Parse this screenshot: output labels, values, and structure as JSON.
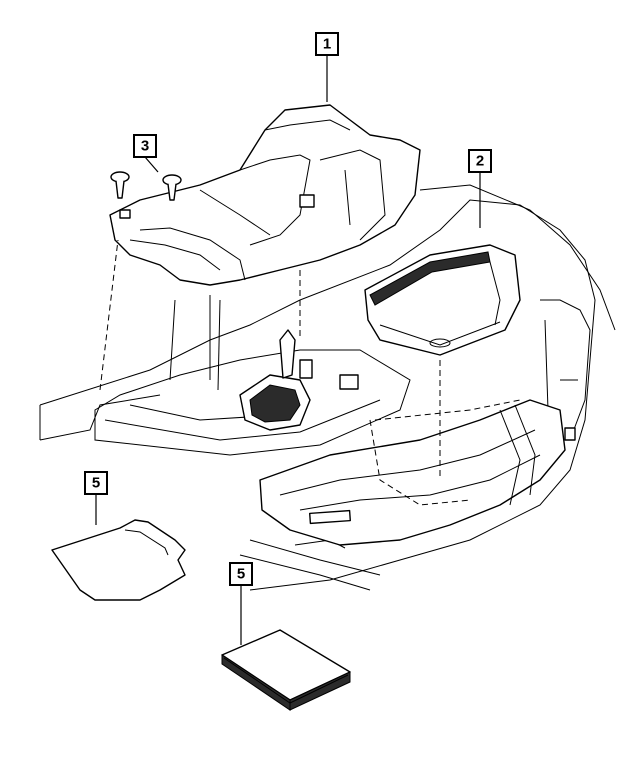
{
  "callouts": [
    {
      "id": "1",
      "label": "1"
    },
    {
      "id": "2",
      "label": "2"
    },
    {
      "id": "3",
      "label": "3"
    },
    {
      "id": "5a",
      "label": "5"
    },
    {
      "id": "5b",
      "label": "5"
    }
  ]
}
